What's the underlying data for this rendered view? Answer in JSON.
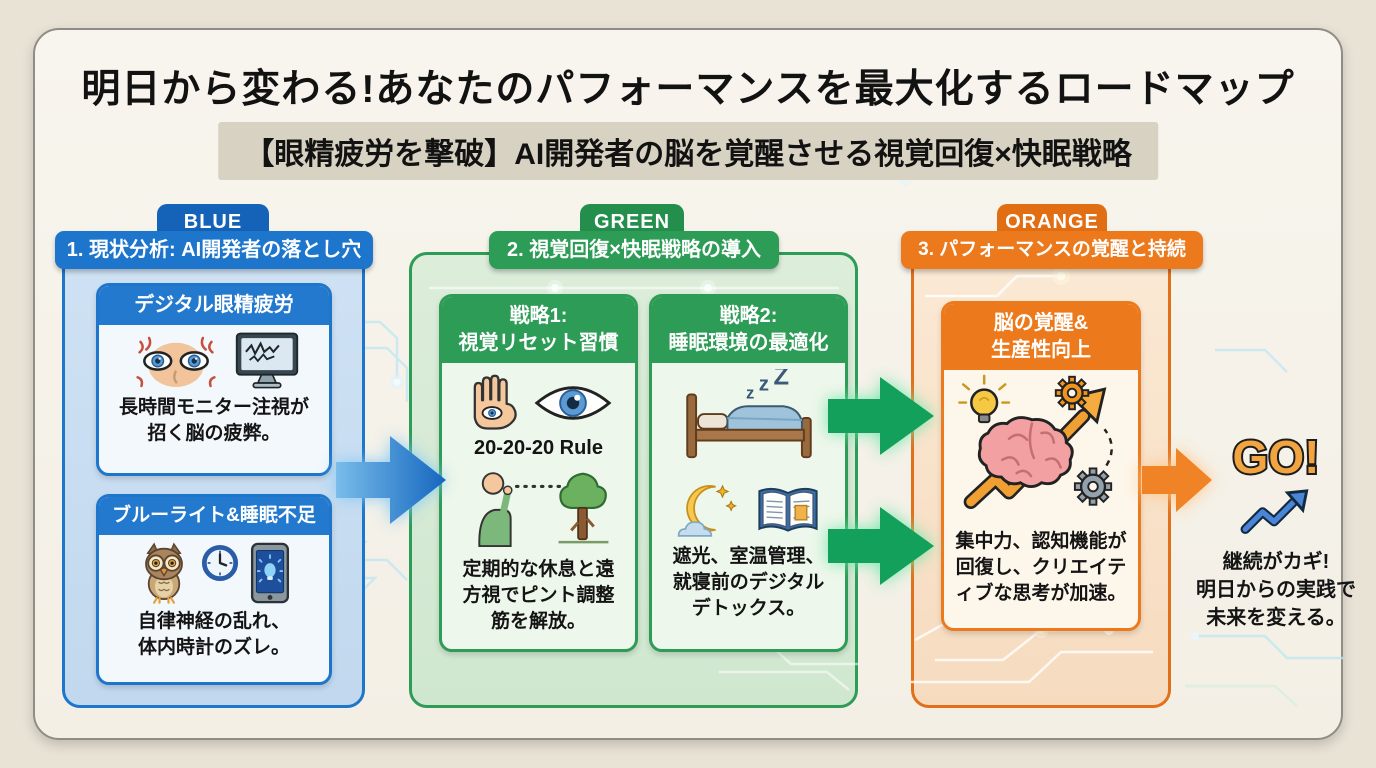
{
  "title": "明日から変わる!あなたのパフォーマンスを最大化するロードマップ",
  "subtitle": "【眼精疲労を撃破】AI開発者の脳を覚醒させる視覚回復×快眠戦略",
  "colors": {
    "blue": "#1d76cb",
    "green": "#2d9c56",
    "orange": "#ec7a1d",
    "background": "#e9e3d6",
    "panel": "#f7f4ec"
  },
  "columns": {
    "blue": {
      "badge": "BLUE",
      "header": "1. 現状分析: AI開発者の落とし穴",
      "cards": [
        {
          "title": "デジタル眼精疲労",
          "icons": [
            "tired-eyes-icon",
            "monitor-icon"
          ],
          "text_lines": [
            "長時間モニター注視が",
            "招く脳の疲弊。"
          ]
        },
        {
          "title": "ブルーライト&睡眠不足",
          "icons": [
            "owl-icon",
            "clock-icon",
            "smartphone-blue-light-icon"
          ],
          "text_lines": [
            "自律神経の乱れ、",
            "体内時計のズレ。"
          ]
        }
      ]
    },
    "green": {
      "badge": "GREEN",
      "header": "2. 視覚回復×快眠戦略の導入",
      "cards": [
        {
          "title_lines": [
            "戦略1:",
            "視覚リセット習慣"
          ],
          "icons": [
            "hand-eye-icon",
            "eye-icon",
            "person-looking-at-tree-icon"
          ],
          "rule_label": "20-20-20 Rule",
          "text_lines": [
            "定期的な休息と遠",
            "方視でピント調整",
            "筋を解放。"
          ]
        },
        {
          "title_lines": [
            "戦略2:",
            "睡眠環境の最適化"
          ],
          "icons": [
            "bed-sleep-icon",
            "moon-stars-icon",
            "open-book-icon"
          ],
          "zzz_parts": [
            "z",
            "z",
            "Z"
          ],
          "text_lines": [
            "遮光、室温管理、",
            "就寝前のデジタル",
            "デトックス。"
          ]
        }
      ]
    },
    "orange": {
      "badge": "ORANGE",
      "header": "3. パフォーマンスの覚醒と持続",
      "cards": [
        {
          "title_lines": [
            "脳の覚醒&",
            "生産性向上"
          ],
          "icons": [
            "lightbulb-icon",
            "gear-icon",
            "brain-icon",
            "growth-arrow-icon"
          ],
          "text_lines": [
            "集中力、認知機能が",
            "回復し、クリエイテ",
            "ィブな思考が加速。"
          ]
        }
      ]
    }
  },
  "outcome": {
    "go_label": "GO!",
    "text_lines": [
      "継続がカギ!",
      "明日からの実践で",
      "未来を変える。"
    ]
  }
}
